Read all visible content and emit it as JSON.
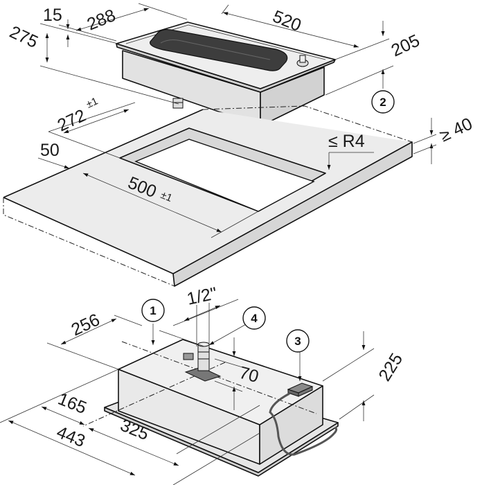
{
  "title": "Built-in installation dimensions (mm)",
  "colors": {
    "surface": "#ececec",
    "face": "#dcdcdc",
    "pan": "#3a3a3a",
    "line": "#111111"
  },
  "dimensions": {
    "plate_thickness": "15",
    "appliance_depth": "288",
    "appliance_width": "520",
    "total_height": "275",
    "body_height": "205",
    "cutout_depth": "272",
    "cutout_depth_tol": "±1",
    "worktop_thickness": "≥ 40",
    "front_offset": "50",
    "corner_radius": "≤ R4",
    "cutout_width": "500",
    "cutout_width_tol": "±1",
    "gas_thread": "1/2\"",
    "gas_depth_pos": "256",
    "unit_height": "225",
    "gas_height": "70",
    "gas_side_pos": "165",
    "unit_length": "443",
    "gas_to_right": "325"
  },
  "callouts": [
    "1",
    "2",
    "3",
    "4"
  ]
}
